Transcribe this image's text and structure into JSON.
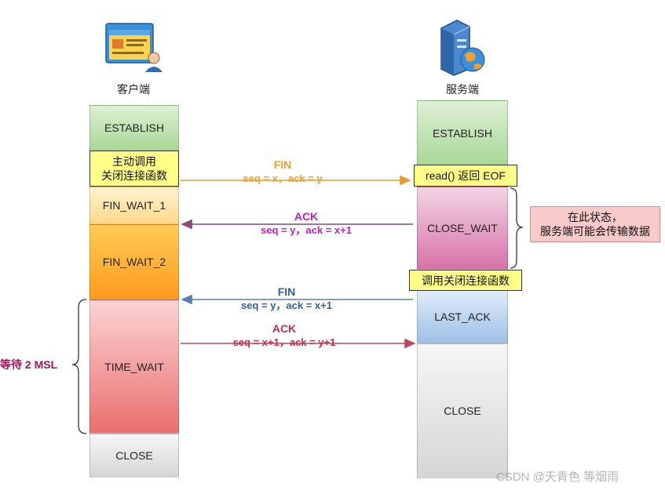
{
  "client": {
    "label": "客户端"
  },
  "server": {
    "label": "服务端"
  },
  "client_states": [
    "ESTABLISH",
    "FIN_WAIT_1",
    "FIN_WAIT_2",
    "TIME_WAIT",
    "CLOSE"
  ],
  "server_states": [
    "ESTABLISH",
    "CLOSE_WAIT",
    "LAST_ACK",
    "CLOSE"
  ],
  "notes": {
    "client_close": [
      "主动调用",
      "关闭连接函数"
    ],
    "server_read": "read() 返回 EOF",
    "server_close": "调用关闭连接函数",
    "close_wait": [
      "在此状态，",
      "服务端可能会传输数据"
    ]
  },
  "wait_label": "等待 2 MSL",
  "messages": [
    {
      "name": "FIN",
      "detail": "seq = x，ack = y",
      "color": "#f0a030"
    },
    {
      "name": "ACK",
      "detail": "seq = y，ack = x+1",
      "color": "#c020c0"
    },
    {
      "name": "FIN",
      "detail": "seq = y，ack = x+1",
      "color": "#2f5fa8"
    },
    {
      "name": "ACK",
      "detail": "seq = x+1，ack = y+1",
      "color": "#c03050"
    }
  ],
  "watermark": "CSDN @天青色 等烟雨"
}
